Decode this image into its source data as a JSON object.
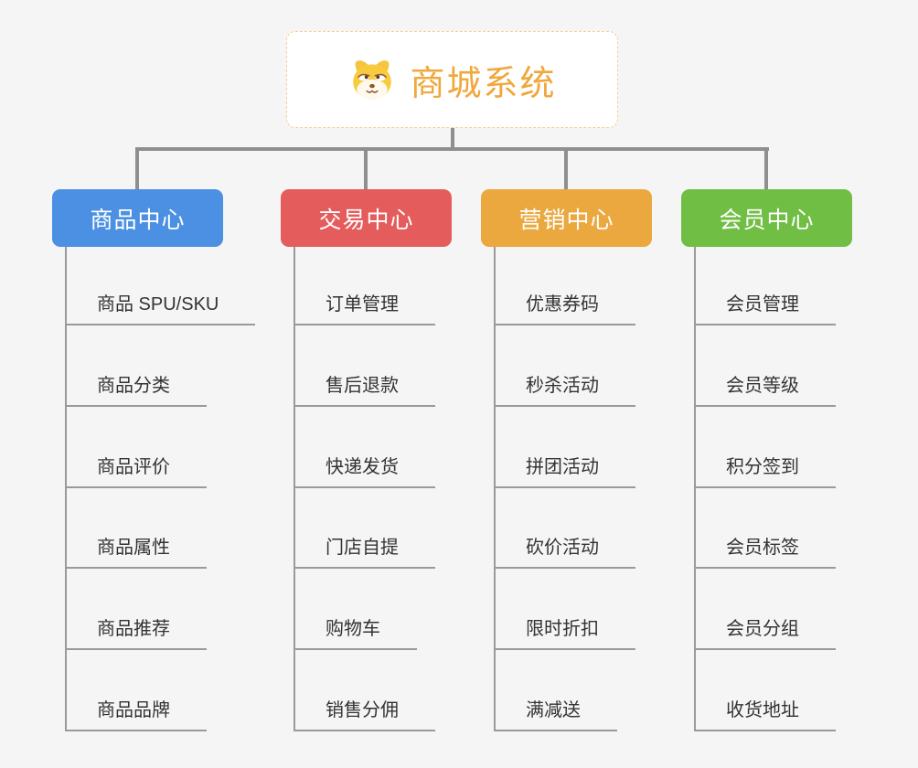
{
  "root": {
    "title": "商城系统",
    "icon": "dog-face-icon"
  },
  "branches": [
    {
      "label": "商品中心",
      "color": "#4b90e2",
      "items": [
        "商品 SPU/SKU",
        "商品分类",
        "商品评价",
        "商品属性",
        "商品推荐",
        "商品品牌"
      ]
    },
    {
      "label": "交易中心",
      "color": "#e55c5c",
      "items": [
        "订单管理",
        "售后退款",
        "快递发货",
        "门店自提",
        "购物车",
        "销售分佣"
      ]
    },
    {
      "label": "营销中心",
      "color": "#eaa83f",
      "items": [
        "优惠券码",
        "秒杀活动",
        "拼团活动",
        "砍价活动",
        "限时折扣",
        "满减送"
      ]
    },
    {
      "label": "会员中心",
      "color": "#70be44",
      "items": [
        "会员管理",
        "会员等级",
        "积分签到",
        "会员标签",
        "会员分组",
        "收货地址"
      ]
    }
  ],
  "colors": {
    "background": "#f5f5f6",
    "connector": "#8f8f8f",
    "leaf_line": "#9a9a9a",
    "leaf_text": "#333333",
    "root_text": "#f0a73c",
    "root_border": "#f3cf92"
  }
}
